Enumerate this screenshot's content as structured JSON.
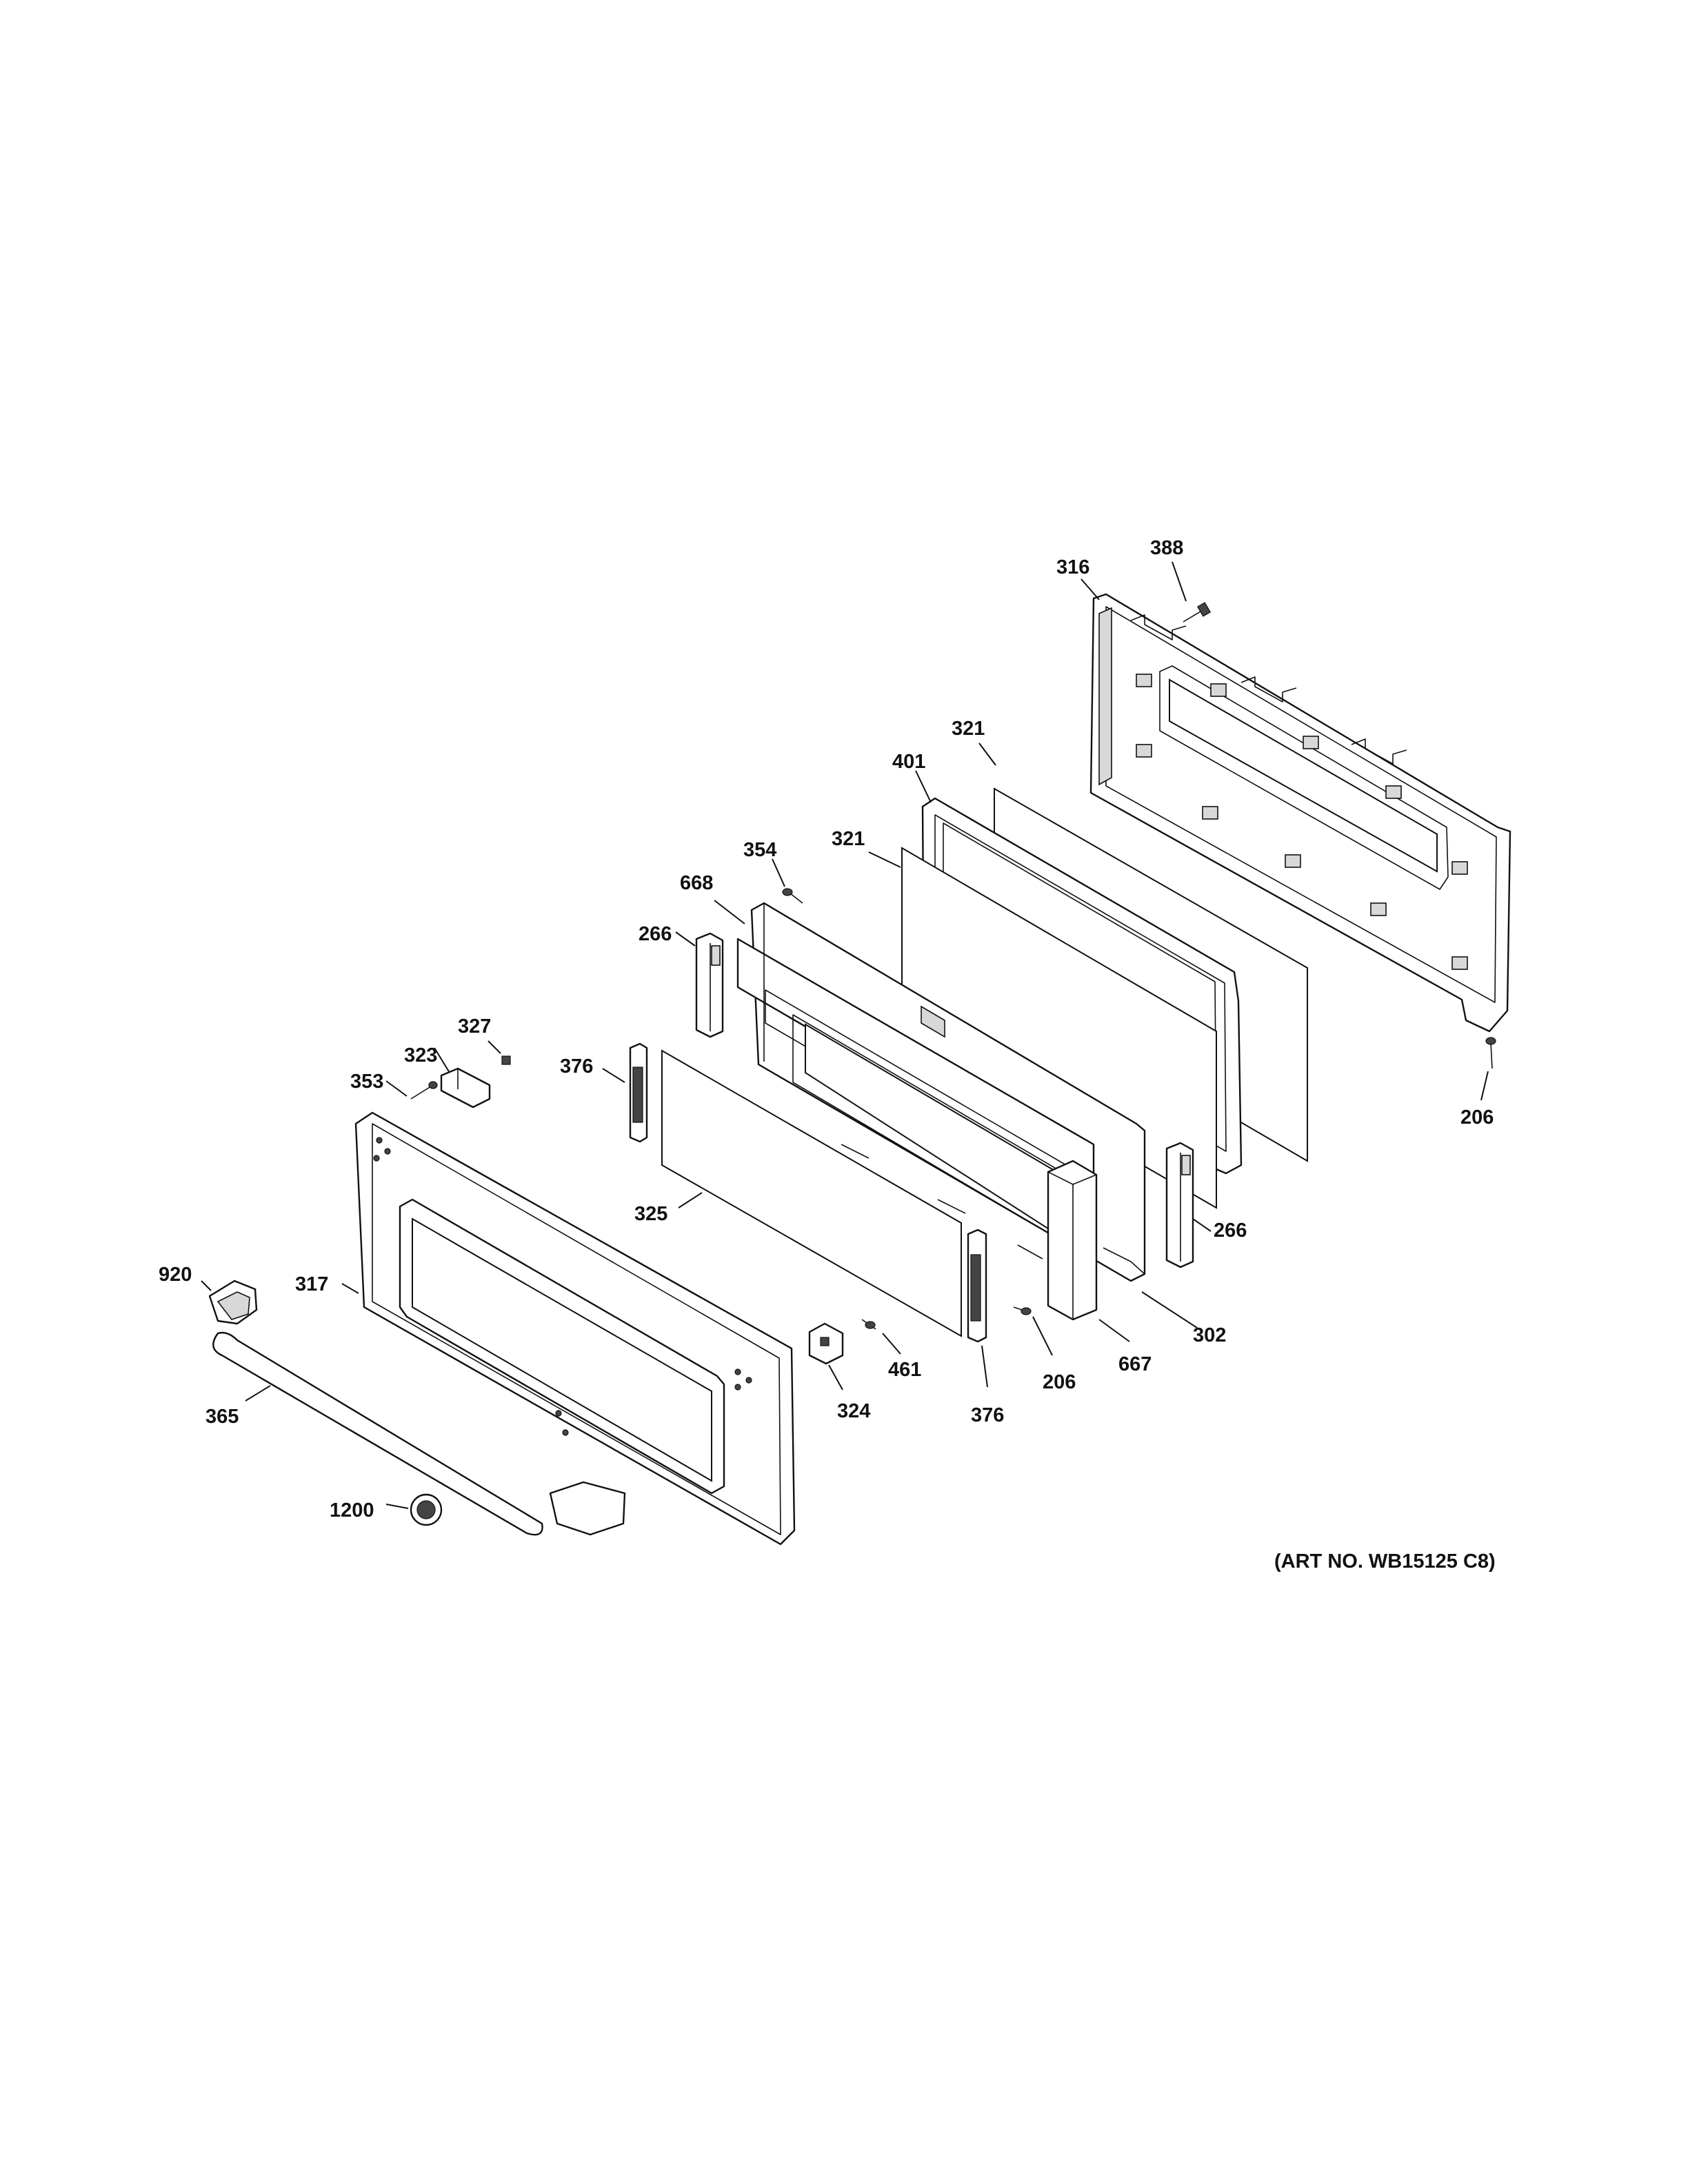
{
  "diagram": {
    "art_number": "(ART NO. WB15125 C8)",
    "callouts": [
      {
        "id": "c388",
        "label": "388"
      },
      {
        "id": "c316",
        "label": "316"
      },
      {
        "id": "c321a",
        "label": "321"
      },
      {
        "id": "c401",
        "label": "401"
      },
      {
        "id": "c321b",
        "label": "321"
      },
      {
        "id": "c354",
        "label": "354"
      },
      {
        "id": "c668",
        "label": "668"
      },
      {
        "id": "c266a",
        "label": "266"
      },
      {
        "id": "c327",
        "label": "327"
      },
      {
        "id": "c323",
        "label": "323"
      },
      {
        "id": "c353",
        "label": "353"
      },
      {
        "id": "c376a",
        "label": "376"
      },
      {
        "id": "c206a",
        "label": "206"
      },
      {
        "id": "c325",
        "label": "325"
      },
      {
        "id": "c266b",
        "label": "266"
      },
      {
        "id": "c920",
        "label": "920"
      },
      {
        "id": "c317",
        "label": "317"
      },
      {
        "id": "c302",
        "label": "302"
      },
      {
        "id": "c461",
        "label": "461"
      },
      {
        "id": "c206b",
        "label": "206"
      },
      {
        "id": "c667",
        "label": "667"
      },
      {
        "id": "c324",
        "label": "324"
      },
      {
        "id": "c376b",
        "label": "376"
      },
      {
        "id": "c365",
        "label": "365"
      },
      {
        "id": "c1200",
        "label": "1200"
      }
    ]
  }
}
